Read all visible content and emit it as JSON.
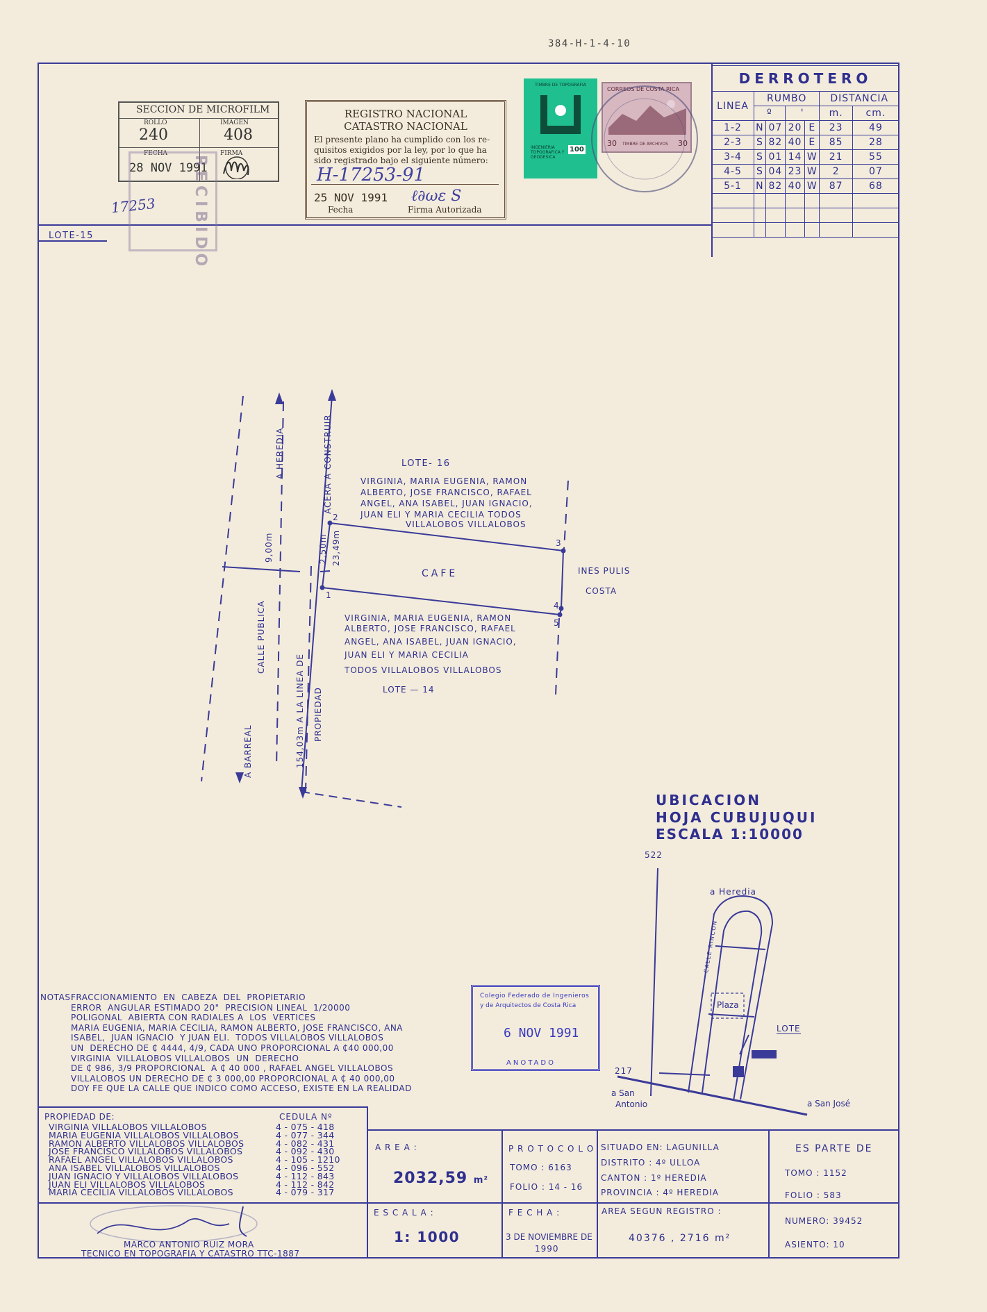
{
  "reference_code": "384-H-1-4-10",
  "microfilm": {
    "title": "SECCION DE MICROFILM",
    "rollo_label": "ROLLO",
    "rollo": "240",
    "imagen_label": "IMAGEN",
    "imagen": "408",
    "fecha_label": "FECHA",
    "fecha": "28 NOV 1991",
    "firma_label": "FIRMA"
  },
  "recibido_stamp": "RECIBIDO",
  "handwritten_number": "17253",
  "registro": {
    "title1": "REGISTRO NACIONAL",
    "title2": "CATASTRO NACIONAL",
    "line1": "El presente plano ha cumplido con los re-",
    "line2": "quisitos exigidos por la ley, por lo que ha",
    "line3": "sido registrado bajo el siguiente número:",
    "number": "H-17253-91",
    "date": "25 NOV 1991",
    "fecha_label": "Fecha",
    "firma_label": "Firma Autorizada"
  },
  "stamps": {
    "timbre_title": "TIMBRE DE TOPOGRAFIA",
    "timbre_text": "INGENIERIA TOPOGRAFICA Y GEODESICA",
    "timbre_value": "100",
    "costa_rica": "CORREOS DE COSTA RICA",
    "archivos": "TIMBRE DE ARCHIVOS",
    "archivos_value": "30"
  },
  "derrotero": {
    "title": "DERROTERO",
    "headers": [
      "LINEA",
      "RUMBO",
      "DISTANCIA"
    ],
    "subheaders": [
      "º",
      "'",
      "m.",
      "cm."
    ],
    "rows": [
      [
        "1-2",
        "N",
        "07",
        "20",
        "E",
        "23",
        "49"
      ],
      [
        "2-3",
        "S",
        "82",
        "40",
        "E",
        "85",
        "28"
      ],
      [
        "3-4",
        "S",
        "01",
        "14",
        "W",
        "21",
        "55"
      ],
      [
        "4-5",
        "S",
        "04",
        "23",
        "W",
        "2",
        "07"
      ],
      [
        "5-1",
        "N",
        "82",
        "40",
        "W",
        "87",
        "68"
      ]
    ]
  },
  "plan": {
    "lote15": "LOTE-15",
    "lote16": "LOTE- 16",
    "lote14": "LOTE — 14",
    "owners_top": [
      "VIRGINIA, MARIA EUGENIA, RAMON",
      "ALBERTO, JOSE FRANCISCO, RAFAEL",
      "ANGEL, ANA ISABEL, JUAN IGNACIO,",
      "JUAN ELI Y MARIA CECILIA  TODOS",
      "VILLALOBOS VILLALOBOS"
    ],
    "owners_bottom": [
      "VIRGINIA, MARIA EUGENIA, RAMON",
      "ALBERTO, JOSE FRANCISCO, RAFAEL",
      "ANGEL, ANA ISABEL, JUAN IGNACIO,",
      "JUAN ELI Y MARIA CECILIA",
      "TODOS VILLALOBOS VILLALOBOS"
    ],
    "cafe": "CAFE",
    "ines1": "INES PULIS",
    "ines2": "COSTA",
    "heredia": "A HEREDIA",
    "barreal": "A BARREAL",
    "calle": "CALLE PUBLICA",
    "acera": "ACERA A CONSTRUIR",
    "linea": "154,03m  A LA LINEA DE",
    "propiedad": "PROPIEDAD",
    "dim9": "9,00m",
    "dim250": "2,50m",
    "dim2349": "23,49m",
    "v1": "1",
    "v2": "2",
    "v3": "3",
    "v4": "4",
    "v5": "5"
  },
  "ubicacion": {
    "title": "UBICACION",
    "hoja": "HOJA  CUBUJUQUI",
    "escala": "ESCALA   1:10000",
    "coord_top": "522",
    "coord_left": "217",
    "a_heredia": "a Heredia",
    "calle_rincon": "CALLE RINCON",
    "plaza": "Plaza",
    "lote": "LOTE",
    "san_antonio1": "a San",
    "san_antonio2": "Antonio",
    "san_jose": "a San José"
  },
  "notas": {
    "label": "NOTAS:",
    "lines": [
      "FRACCIONAMIENTO  EN  CABEZA  DEL  PROPIETARIO",
      "ERROR  ANGULAR ESTIMADO 20\"  PRECISION LINEAL  1/20000",
      "POLIGONAL  ABIERTA CON RADIALES A  LOS  VERTICES",
      "MARIA EUGENIA, MARIA CECILIA, RAMON ALBERTO, JOSE FRANCISCO, ANA",
      "ISABEL,  JUAN IGNACIO  Y JUAN ELI.  TODOS VILLALOBOS VILLALOBOS",
      "UN  DERECHO DE ₵ 4444, 4/9, CADA UNO PROPORCIONAL A ₵40 000,00",
      "VIRGINIA  VILLALOBOS VILLALOBOS  UN  DERECHO",
      "DE ₵ 986, 3/9 PROPORCIONAL  A ₵ 40 000 , RAFAEL ANGEL VILLALOBOS",
      "VILLALOBOS UN DERECHO DE ₵ 3 000,00 PROPORCIONAL A ₵ 40 000,00",
      "DOY FE QUE LA CALLE QUE INDICO COMO ACCESO, EXISTE EN LA REALIDAD"
    ]
  },
  "colegio": {
    "line1": "Colegio  Federado  de  Ingenieros",
    "line2": "y  de  Arquitectos  de  Costa  Rica",
    "date": "6  NOV 1991",
    "anotado": "ANOTADO"
  },
  "propiedad": {
    "label": "PROPIEDAD DE:",
    "cedula_label": "CEDULA Nº",
    "owners": [
      [
        "VIRGINIA  VILLALOBOS VILLALOBOS",
        "4 - 075 - 418"
      ],
      [
        "MARIA  EUGENIA  VILLALOBOS VILLALOBOS",
        "4 - 077 - 344"
      ],
      [
        "RAMON  ALBERTO  VILLALOBOS VILLALOBOS",
        "4 - 082 - 431"
      ],
      [
        "JOSE FRANCISCO VILLALOBOS VILLALOBOS",
        "4 - 092 - 430"
      ],
      [
        "RAFAEL   ANGEL  VILLALOBOS VILLALOBOS",
        "4 - 105 - 1210"
      ],
      [
        "ANA   ISABEL   VILLALOBOS VILLALOBOS",
        "4 - 096 - 552"
      ],
      [
        "JUAN  IGNACIO Y VILLALOBOS VILLALOBOS",
        "4 - 112 - 843"
      ],
      [
        "JUAN    ELI   VILLALOBOS VILLALOBOS",
        "4 - 112 - 842"
      ],
      [
        "MARIA   CECILIA VILLALOBOS VILLALOBOS",
        "4 - 079 - 317"
      ]
    ]
  },
  "tecnico": {
    "name": "MARCO ANTONIO RUIZ  MORA",
    "title": "TECNICO  EN TOPOGRAFIA Y CATASTRO TTC-1887"
  },
  "area": {
    "label": "A R E A  :",
    "value": "2032,59",
    "unit": "m²"
  },
  "escala": {
    "label": "E S C A L A  :",
    "value": "1: 1000"
  },
  "protocolo": {
    "label": "P R O T O C O L O",
    "tomo": "TOMO  : 6163",
    "folio": "FOLIO  : 14 - 16"
  },
  "fecha": {
    "label": "F E C H A  :",
    "line1": "3 DE NOVIEMBRE DE",
    "line2": "1990"
  },
  "situado": {
    "line1": "SITUADO EN:   LAGUNILLA",
    "line2": "DISTRITO :  4º  ULLOA",
    "line3": "CANTON :   1º  HEREDIA",
    "line4": "PROVINCIA : 4º  HEREDIA"
  },
  "area_registro": {
    "label": "AREA  SEGUN  REGISTRO :",
    "value": "40376 , 2716  m²"
  },
  "es_parte": {
    "title": "ES   PARTE   DE",
    "tomo": "TOMO :   1152",
    "folio": "FOLIO :     583",
    "numero": "NUMERO:  39452",
    "asiento": "ASIENTO:  10"
  }
}
